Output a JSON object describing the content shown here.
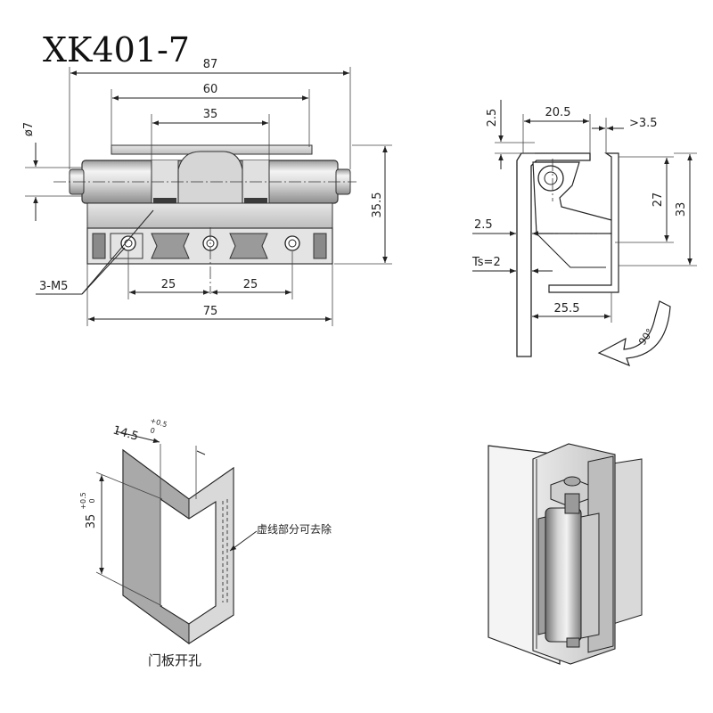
{
  "title": "XK401-7",
  "front_view": {
    "dims": {
      "overall_length": "87",
      "outer_knuckles": "60",
      "inner_knuckle": "35",
      "pin_dia": "ø7",
      "height": "35.5",
      "thread": "3-M5",
      "pitch_a": "25",
      "pitch_b": "25",
      "base_length": "75"
    }
  },
  "side_view": {
    "dims": {
      "flange_thickness": "2.5",
      "offset": "20.5",
      "clearance": ">3.5",
      "inner_height": "27",
      "outer_height": "33",
      "leaf_thickness": "2.5",
      "panel_thickness": "Ts=2",
      "depth": "25.5",
      "rotation": "90°"
    }
  },
  "cutout_view": {
    "dims": {
      "width": "14.5",
      "width_tol_upper": "+0.5",
      "width_tol_lower": "0",
      "height": "35",
      "height_tol_upper": "+0.5",
      "height_tol_lower": "0"
    },
    "note": "虚线部分可去除",
    "caption": "门板开孔"
  },
  "colors": {
    "line": "#222222",
    "metal_light": "#f2f2f2",
    "metal_mid": "#c9c9c9",
    "metal_dark": "#7a7a7a"
  }
}
